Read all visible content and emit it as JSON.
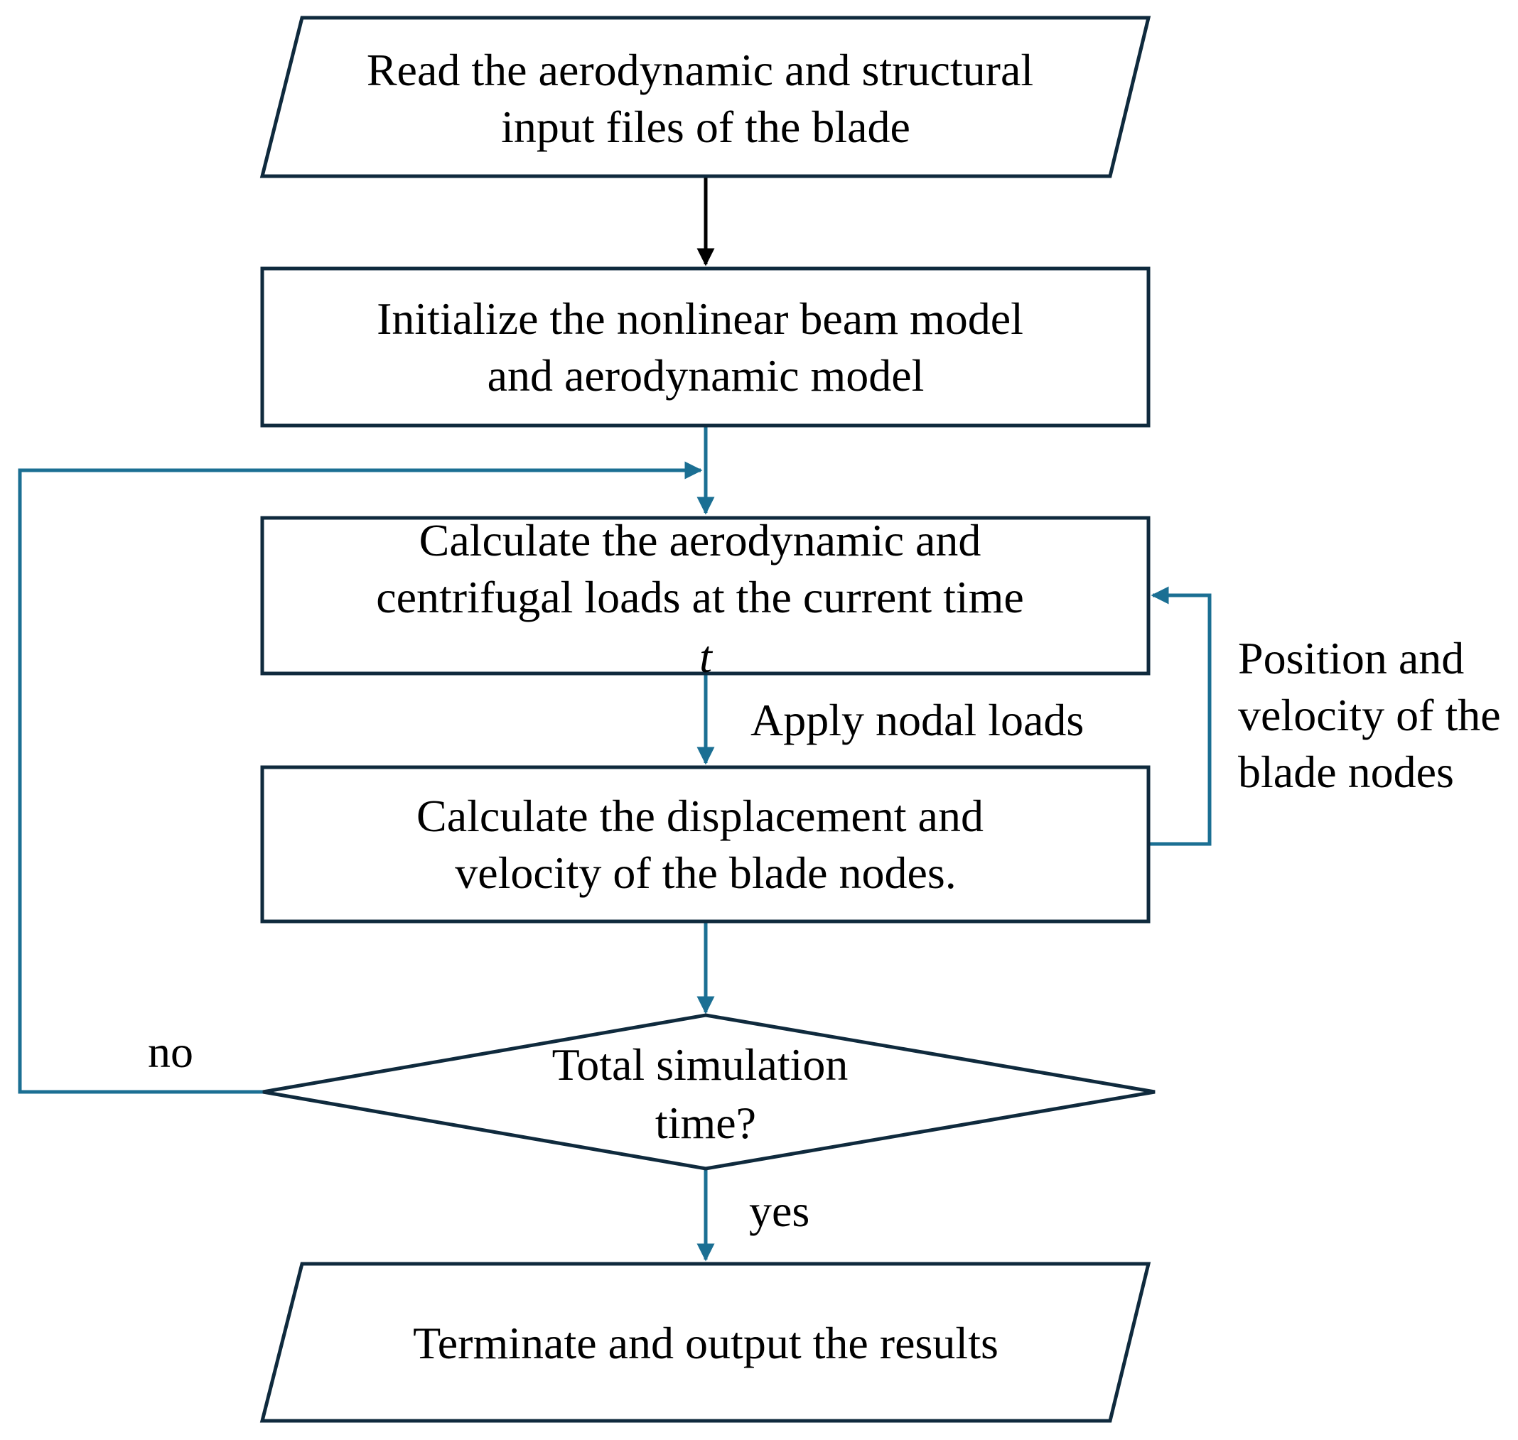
{
  "colors": {
    "box_border": "#0f2a3d",
    "connector_primary": "#000000",
    "connector_accent": "#1b6f93"
  },
  "nodes": {
    "read_input": {
      "shape": "parallelogram",
      "lines": [
        "Read the aerodynamic and structural",
        "input files of the blade"
      ]
    },
    "initialize": {
      "shape": "rectangle",
      "lines": [
        "Initialize the nonlinear beam model",
        "and aerodynamic model"
      ]
    },
    "calc_loads": {
      "shape": "rectangle",
      "lines": [
        "Calculate the aerodynamic and",
        "centrifugal loads at the current time"
      ],
      "italic_line": "t"
    },
    "calc_displacement": {
      "shape": "rectangle",
      "lines": [
        "Calculate the displacement and",
        "velocity of the blade nodes."
      ]
    },
    "decision": {
      "shape": "diamond",
      "lines": [
        "Total simulation",
        "time?"
      ]
    },
    "terminate": {
      "shape": "parallelogram",
      "lines": [
        "Terminate and output the results"
      ]
    }
  },
  "edge_labels": {
    "apply_loads": "Apply nodal loads",
    "feedback": [
      "Position and",
      "velocity of the",
      "blade nodes"
    ],
    "no": "no",
    "yes": "yes"
  }
}
